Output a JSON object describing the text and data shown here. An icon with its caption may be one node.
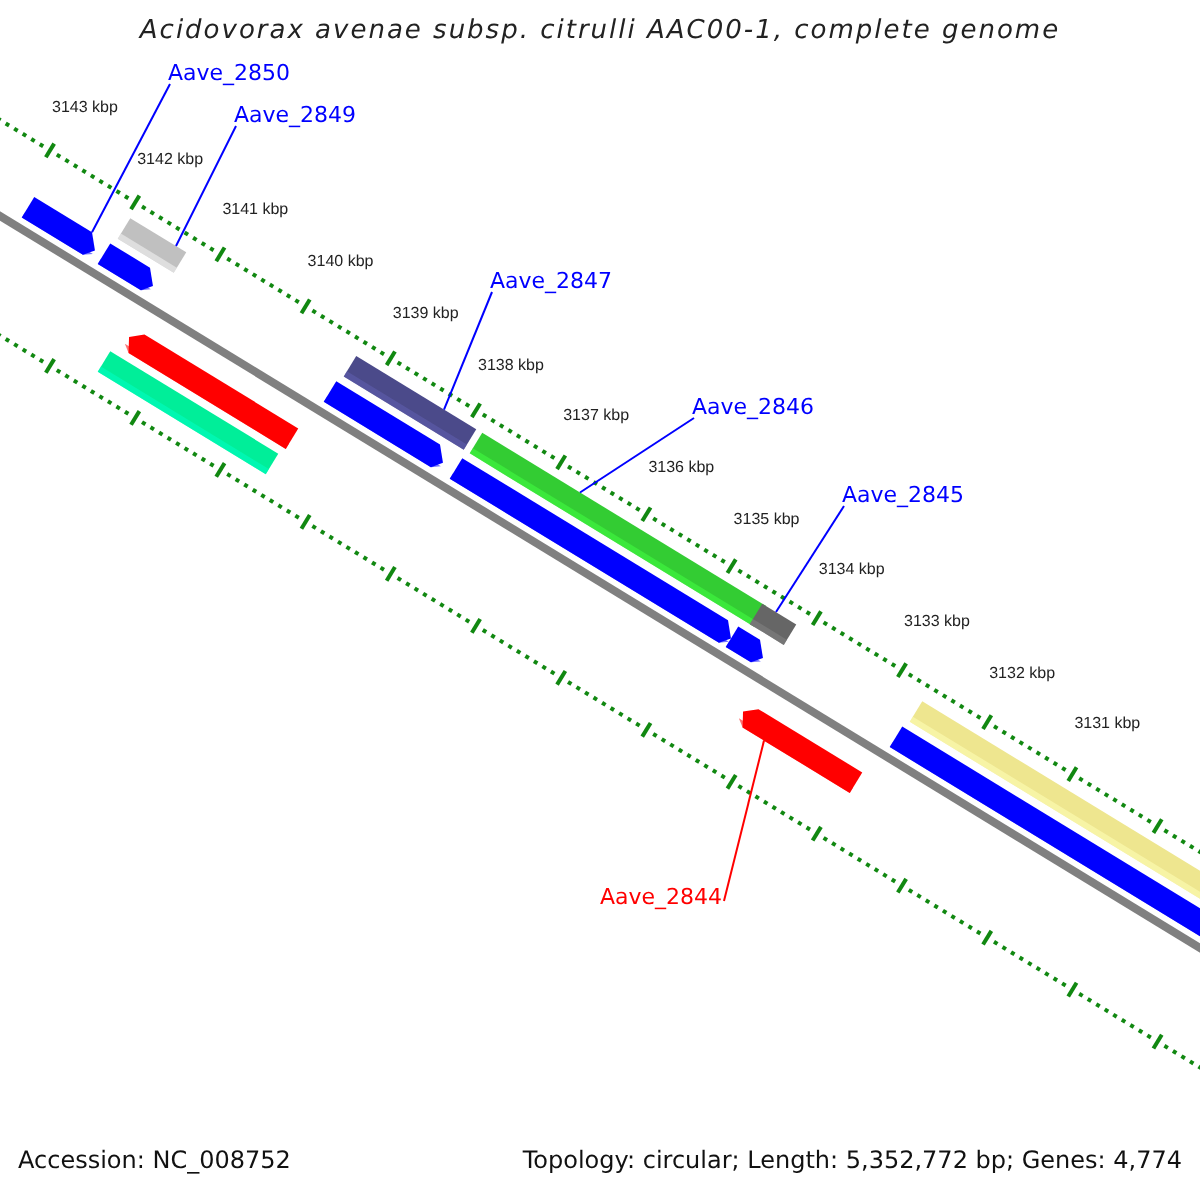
{
  "diagram": {
    "title": "Acidovorax avenae subsp. citrulli AAC00-1, complete genome",
    "nodes": [
      {
        "text": [
          "Aave_2850"
        ]
      },
      {
        "text": [
          "Aave_2849"
        ]
      },
      {
        "text": [
          "Aave_2847"
        ]
      },
      {
        "text": [
          "Aave_2846"
        ]
      },
      {
        "text": [
          "Aave_2845"
        ]
      },
      {
        "text": [
          "Aave_2844"
        ]
      },
      {
        "text": [],
        "shape": "arrow"
      },
      {
        "text": [],
        "shape": "bar"
      },
      {
        "text": [],
        "shape": "arrow"
      },
      {
        "text": [],
        "shape": "bar"
      },
      {
        "text": [],
        "shape": "arrow"
      },
      {
        "text": [],
        "shape": "arrow"
      },
      {
        "text": [],
        "shape": "bar"
      },
      {
        "text": [],
        "shape": "arrow"
      },
      {
        "text": [],
        "shape": "bar"
      },
      {
        "text": [],
        "shape": "arrow"
      },
      {
        "text": [],
        "shape": "arrow"
      },
      {
        "text": [],
        "shape": "bar"
      },
      {
        "text": [],
        "shape": "arrow"
      },
      {
        "text": [],
        "shape": "bar"
      }
    ],
    "edges": [
      {
        "from": 0,
        "to": 6,
        "arrow": "none"
      },
      {
        "from": 1,
        "to": 9,
        "arrow": "none"
      },
      {
        "from": 2,
        "to": 12,
        "arrow": "none"
      },
      {
        "from": 3,
        "to": 14,
        "arrow": "none"
      },
      {
        "from": 4,
        "to": 17,
        "arrow": "none"
      },
      {
        "from": 5,
        "to": 16,
        "arrow": "none",
        "color": "#ff0000"
      }
    ],
    "labels": [
      "3143 kbp",
      "3142 kbp",
      "3141 kbp",
      "3140 kbp",
      "3139 kbp",
      "3138 kbp",
      "3137 kbp",
      "3136 kbp",
      "3135 kbp",
      "3134 kbp",
      "3133 kbp",
      "3132 kbp",
      "3131 kbp",
      "Accession: NC_008752",
      "Topology: circular; Length: 5,352,772 bp; Genes: 4,774"
    ]
  }
}
